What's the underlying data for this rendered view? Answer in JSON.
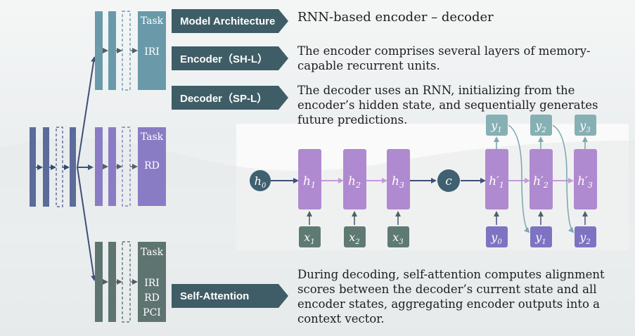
{
  "tags": {
    "model_architecture": "Model Architecture",
    "encoder": "Encoder（SH-L）",
    "decoder": "Decoder（SP-L）",
    "self_attention": "Self-Attention"
  },
  "descriptions": {
    "model_architecture": "RNN-based encoder – decoder",
    "encoder": "The encoder comprises several layers of memory-capable recurrent units.",
    "decoder": "The decoder uses an RNN, initializing from the encoder’s hidden state, and sequentially generates future predictions.",
    "self_attention": "During decoding, self-attention computes alignment scores between the decoder’s current state and all encoder states, aggregating encoder outputs into a context vector."
  },
  "tasks": {
    "heading": "Task",
    "top": "IRI",
    "middle": "RD",
    "bottom": [
      "IRI",
      "RD",
      "PCI"
    ]
  },
  "nodes": {
    "h0": "h0",
    "h1": "h1",
    "h2": "h2",
    "h3": "h3",
    "c": "c",
    "hp1": "h′1",
    "hp2": "h′2",
    "hp3": "h′3",
    "x1": "x1",
    "x2": "x2",
    "x3": "x3",
    "y0": "y0",
    "y1_in": "y1",
    "y2_in": "y2",
    "y1_out": "y1",
    "y2_out": "y2",
    "y3_out": "y3"
  },
  "colors": {
    "tag_bg": "#3f5d66",
    "blue_layer": "#5b6b9a",
    "teal_layer": "#6a9aaa",
    "purple_layer": "#8a7cc4",
    "gray_layer": "#5e7470",
    "hidden_node": "#b08ad0",
    "input_node": "#5f7a73",
    "output_node": "#86b0b4",
    "context_node": "#3f6070",
    "decoder_input": "#7e73c2"
  }
}
